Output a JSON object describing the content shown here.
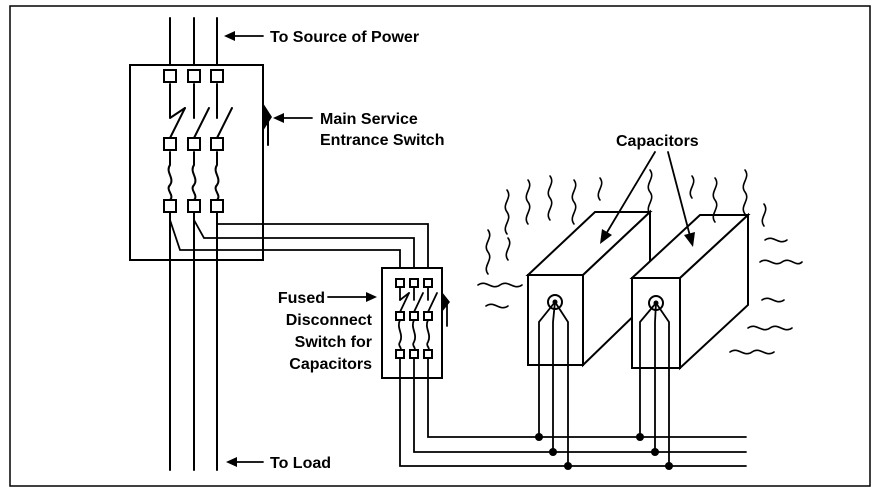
{
  "labels": {
    "source": "To Source of Power",
    "main_switch_line1": "Main Service",
    "main_switch_line2": "Entrance Switch",
    "capacitors": "Capacitors",
    "fused_line1": "Fused",
    "fused_line2": "Disconnect",
    "fused_line3": "Switch for",
    "fused_line4": "Capacitors",
    "load": "To Load"
  }
}
